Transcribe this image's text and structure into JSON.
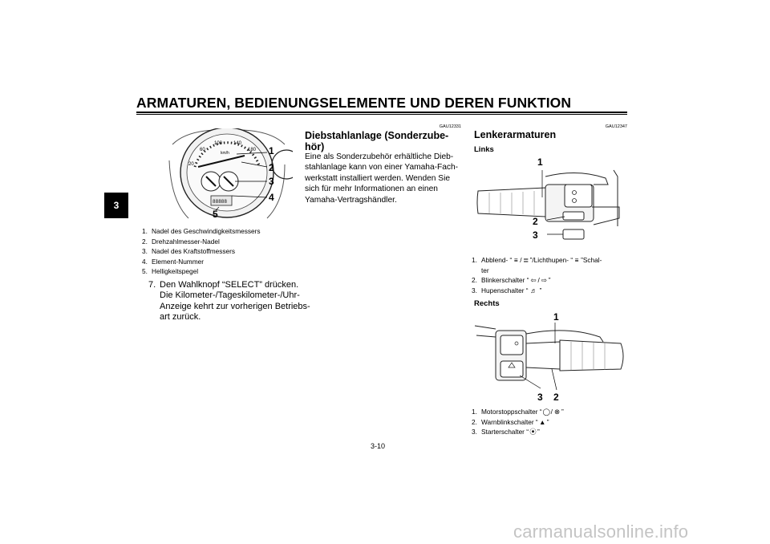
{
  "header": {
    "title": "ARMATUREN, BEDIENUNGSELEMENTE UND DEREN FUNKTION",
    "chapter_tab": "3"
  },
  "col1": {
    "figure_labels": [
      "1",
      "2",
      "3",
      "4",
      "5"
    ],
    "captions": [
      {
        "num": "1.",
        "text": "Nadel des Geschwindigkeitsmessers"
      },
      {
        "num": "2.",
        "text": "Drehzahlmesser-Nadel"
      },
      {
        "num": "3.",
        "text": "Nadel des Kraftstoffmessers"
      },
      {
        "num": "4.",
        "text": "Element-Nummer"
      },
      {
        "num": "5.",
        "text": "Helligkeitspegel"
      }
    ],
    "step": {
      "num": "7.",
      "lines": [
        "Den Wahlknopf “SELECT” drücken.",
        "Die Kilometer-/Tageskilometer-/Uhr-",
        "Anzeige kehrt zur vorherigen Betriebs-",
        "art zurück."
      ]
    }
  },
  "col2": {
    "code": "GAU12331",
    "heading_lines": [
      "Diebstahlanlage (Sonderzube-",
      "hör)"
    ],
    "body_lines": [
      "Eine als Sonderzubehör erhältliche Dieb-",
      "stahlanlage kann von einer Yamaha-Fach-",
      "werkstatt installiert werden. Wenden Sie",
      "sich für mehr Informationen an einen",
      "Yamaha-Vertragshändler."
    ]
  },
  "col3": {
    "code": "GAU12347",
    "heading": "Lenkerarmaturen",
    "links": {
      "title": "Links",
      "figure_labels": [
        "1",
        "2",
        "3"
      ],
      "captions": [
        {
          "num": "1.",
          "text": "Abblend- “",
          "text_b": "/",
          "text_c": "”/Lichthupen- “",
          "text_d": "”Schal-"
        },
        {
          "num": "",
          "text": "ter"
        },
        {
          "num": "2.",
          "text": "Blinkerschalter “",
          "text_b": "/",
          "text_c": "”"
        },
        {
          "num": "3.",
          "text": "Hupenschalter “",
          "text_c": "”"
        }
      ]
    },
    "rechts": {
      "title": "Rechts",
      "figure_labels": [
        "1",
        "3",
        "2"
      ],
      "captions": [
        {
          "num": "1.",
          "text": "Motorstoppschalter “",
          "text_b": "/",
          "text_c": "”"
        },
        {
          "num": "2.",
          "text": "Warnblinkschalter “",
          "text_c": "”"
        },
        {
          "num": "3.",
          "text": "Starterschalter “",
          "text_c": "”"
        }
      ]
    }
  },
  "footer": {
    "page": "3-10",
    "watermark": "carmanualsonline.info"
  }
}
